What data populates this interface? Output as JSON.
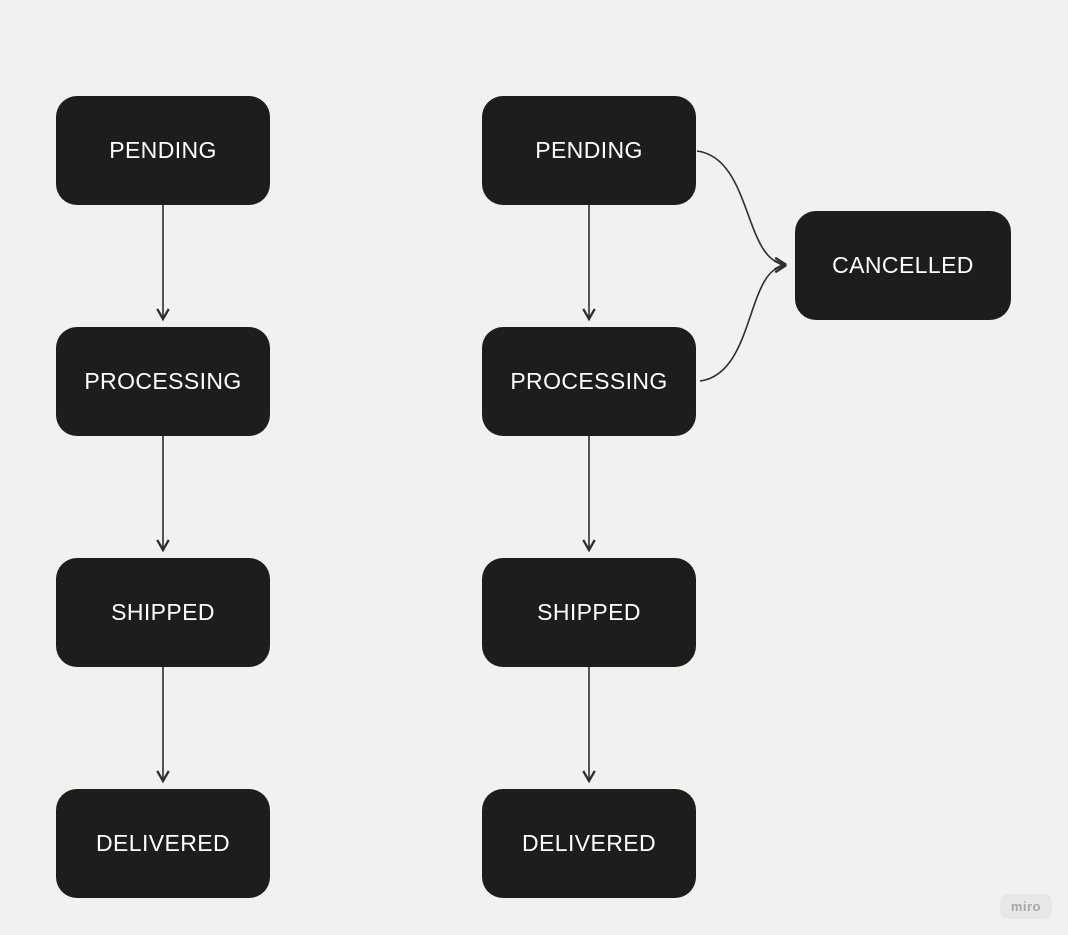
{
  "watermark": "miro",
  "colors": {
    "background": "#f1f1ef",
    "node_fill": "#1d1d1d",
    "node_text": "#ffffff",
    "connector": "#2e2e2e"
  },
  "left_flow": {
    "nodes": [
      "PENDING",
      "PROCESSING",
      "SHIPPED",
      "DELIVERED"
    ],
    "edges": [
      {
        "from": "PENDING",
        "to": "PROCESSING"
      },
      {
        "from": "PROCESSING",
        "to": "SHIPPED"
      },
      {
        "from": "SHIPPED",
        "to": "DELIVERED"
      }
    ]
  },
  "right_flow": {
    "nodes": [
      "PENDING",
      "PROCESSING",
      "SHIPPED",
      "DELIVERED",
      "CANCELLED"
    ],
    "edges": [
      {
        "from": "PENDING",
        "to": "PROCESSING"
      },
      {
        "from": "PROCESSING",
        "to": "SHIPPED"
      },
      {
        "from": "SHIPPED",
        "to": "DELIVERED"
      },
      {
        "from": "PENDING",
        "to": "CANCELLED"
      },
      {
        "from": "PROCESSING",
        "to": "CANCELLED"
      }
    ]
  }
}
